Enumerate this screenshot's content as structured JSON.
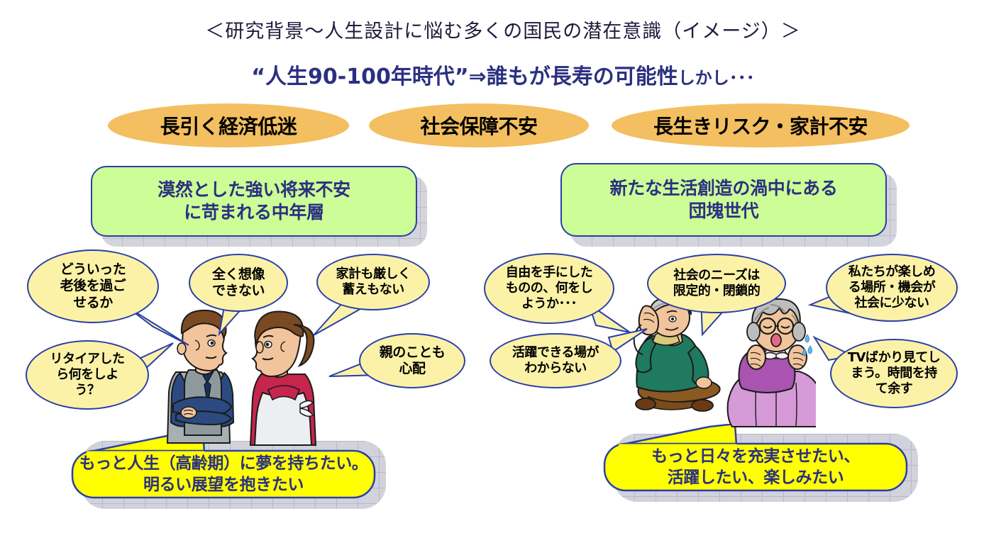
{
  "header": {
    "title": "＜研究背景～人生設計に悩む多くの国民の潜在意識（イメージ）＞",
    "subtitle_main": "“人生90-100年時代”⇒誰もが長寿の可能性",
    "subtitle_tail": "しかし･･･"
  },
  "pressures": [
    {
      "label": "長引く経済低迷"
    },
    {
      "label": "社会保障不安"
    },
    {
      "label": "長生きリスク・家計不安"
    }
  ],
  "groups": [
    {
      "id": "middle-aged",
      "headline": "漠然とした強い将来不安\nに苛まれる中年層",
      "headline_line1": "漠然とした強い将来不安",
      "headline_line2": "に苛まれる中年層",
      "bubbles": [
        {
          "id": "what-old-age",
          "lines": [
            "どういった",
            "老後を過ご",
            "せるか"
          ]
        },
        {
          "id": "cannot-imagine",
          "lines": [
            "全く想像",
            "できない"
          ]
        },
        {
          "id": "tight-finances",
          "lines": [
            "家計も厳しく",
            "蓄えもない"
          ]
        },
        {
          "id": "after-retirement",
          "lines": [
            "リタイアした",
            "ら何をしよ",
            "う？"
          ]
        },
        {
          "id": "worried-parents",
          "lines": [
            "親のことも",
            "心配"
          ]
        }
      ],
      "wish_line1": "もっと人生（高齢期）に夢を持ちたい。",
      "wish_line2": "明るい展望を抱きたい"
    },
    {
      "id": "baby-boomers",
      "headline": "新たな生活創造の渦中にある\n団塊世代",
      "headline_line1": "新たな生活創造の渦中にある",
      "headline_line2": "団塊世代",
      "bubbles": [
        {
          "id": "got-freedom",
          "lines": [
            "自由を手にした",
            "ものの、何をし",
            "ようか･･･"
          ]
        },
        {
          "id": "society-needs",
          "lines": [
            "社会のニーズは",
            "限定的・閉鎖的"
          ]
        },
        {
          "id": "few-places",
          "lines": [
            "私たちが楽しめ",
            "る場所・機会が",
            "社会に少ない"
          ]
        },
        {
          "id": "where-to-shine",
          "lines": [
            "活躍できる場が",
            "わからない"
          ]
        },
        {
          "id": "only-tv",
          "lines": [
            "TVばかり見てし",
            "まう。時間を持",
            "て余す"
          ]
        }
      ],
      "wish_line1": "もっと日々を充実させたい、",
      "wish_line2": "活躍したい、楽しみたい"
    }
  ],
  "figures": [
    {
      "id": "middle-aged-man",
      "name": "middle-aged-man-arms-crossed"
    },
    {
      "id": "middle-aged-woman",
      "name": "middle-aged-woman-apron"
    },
    {
      "id": "elderly-man",
      "name": "elderly-man-sitting"
    },
    {
      "id": "elderly-woman",
      "name": "elderly-woman-worried"
    }
  ],
  "colors": {
    "title_text": "#1c1c3c",
    "navy": "#2b3080",
    "border_blue": "#2b3fa8",
    "ellipse_orange": "#f3bf60",
    "box_green": "#ccfd96",
    "bubble_yellow": "#fbf2a8",
    "callout_yellow": "#ffff00",
    "shadow_grid": "#d2d2dc"
  }
}
